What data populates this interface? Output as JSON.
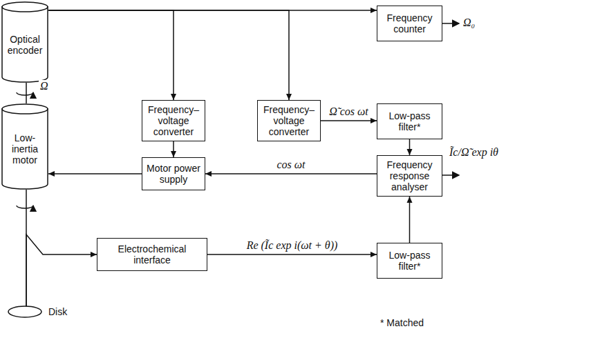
{
  "diagram": {
    "nodes": [
      {
        "text": [
          "Optical encoder"
        ]
      },
      {
        "text": [
          "Low-inertia motor"
        ]
      },
      {
        "text": [
          "Frequency–voltage converter"
        ]
      },
      {
        "text": [
          "Frequency–voltage converter"
        ]
      },
      {
        "text": [
          "Frequency counter"
        ]
      },
      {
        "text": [
          "Low-pass filter*"
        ]
      },
      {
        "text": [
          "Motor power supply"
        ]
      },
      {
        "text": [
          "Frequency response analyser"
        ]
      },
      {
        "text": [
          "Electrochemical interface"
        ]
      },
      {
        "text": [
          "Low-pass filter*"
        ]
      },
      {
        "text": [
          "Disk"
        ]
      }
    ],
    "edges": [
      {
        "from": 0,
        "to": 4,
        "arrow": "to"
      },
      {
        "from": 0,
        "to": 2,
        "arrow": "to"
      },
      {
        "from": 0,
        "to": 3,
        "arrow": "to"
      },
      {
        "from": 2,
        "to": 6,
        "arrow": "to"
      },
      {
        "from": 3,
        "to": 5,
        "label": "Ω̃ cos ωt",
        "arrow": "to"
      },
      {
        "from": 5,
        "to": 7,
        "arrow": "to"
      },
      {
        "from": 7,
        "to": 6,
        "label": "cos ωt",
        "arrow": "to"
      },
      {
        "from": 6,
        "to": 1,
        "arrow": "to"
      },
      {
        "from": 0,
        "to": 1,
        "arrow": "none"
      },
      {
        "from": 1,
        "to": 10,
        "arrow": "none"
      },
      {
        "from": 10,
        "to": 8,
        "arrow": "to"
      },
      {
        "from": 8,
        "to": 9,
        "label": "Re (Ĩc exp i(ωt + θ))",
        "arrow": "to"
      },
      {
        "from": 9,
        "to": 7,
        "arrow": "to"
      }
    ],
    "labels": [
      "Ω",
      "Ω₀",
      "Ĩc/Ω̃ exp iθ",
      "* Matched"
    ]
  }
}
